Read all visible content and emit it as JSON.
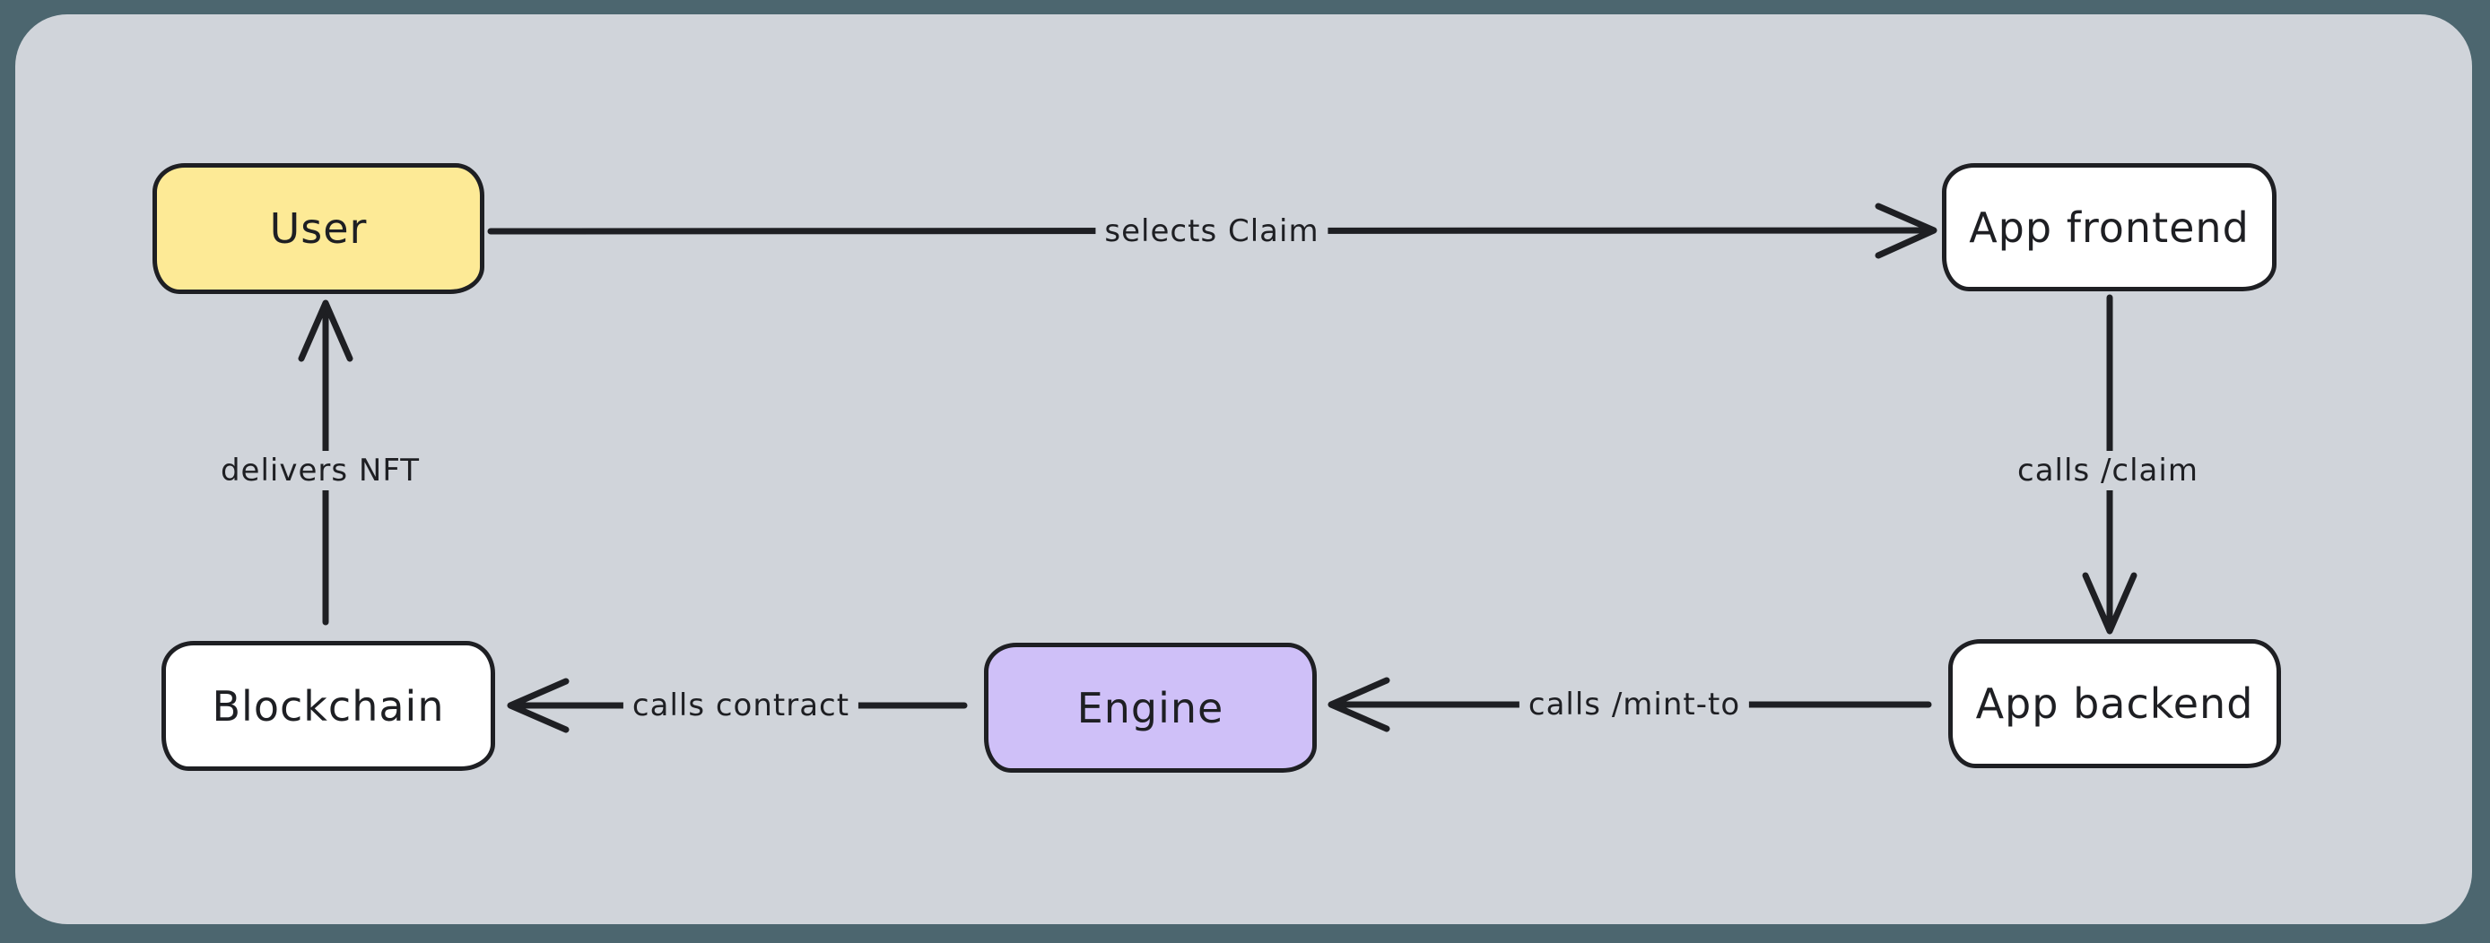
{
  "canvas": {
    "frame_color": "#4c666f",
    "background_color": "#d0d4da",
    "stroke_color": "#1e1f23"
  },
  "diagram": {
    "type": "flowchart",
    "style": "hand-drawn"
  },
  "nodes": [
    {
      "id": "user",
      "label": "User",
      "fill": "#fdea96"
    },
    {
      "id": "app-frontend",
      "label": "App frontend",
      "fill": "#ffffff"
    },
    {
      "id": "app-backend",
      "label": "App backend",
      "fill": "#ffffff"
    },
    {
      "id": "engine",
      "label": "Engine",
      "fill": "#cfc0f8"
    },
    {
      "id": "blockchain",
      "label": "Blockchain",
      "fill": "#ffffff"
    }
  ],
  "edges": [
    {
      "from": "user",
      "to": "app-frontend",
      "label": "selects Claim",
      "direction": "right"
    },
    {
      "from": "app-frontend",
      "to": "app-backend",
      "label": "calls /claim",
      "direction": "down"
    },
    {
      "from": "app-backend",
      "to": "engine",
      "label": "calls /mint-to",
      "direction": "left"
    },
    {
      "from": "engine",
      "to": "blockchain",
      "label": "calls contract",
      "direction": "left"
    },
    {
      "from": "blockchain",
      "to": "user",
      "label": "delivers NFT",
      "direction": "up"
    }
  ]
}
